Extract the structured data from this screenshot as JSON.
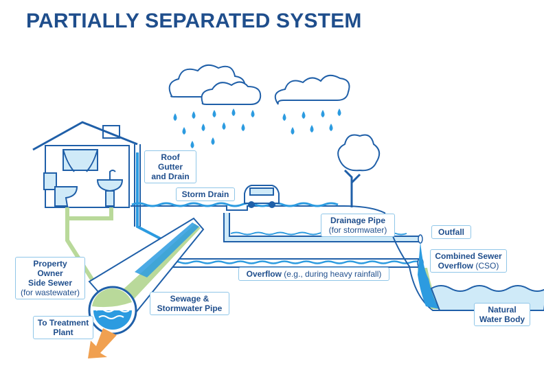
{
  "title": "PARTIALLY SEPARATED SYSTEM",
  "labels": {
    "roof_gutter": {
      "line1": "Roof Gutter",
      "line2": "and Drain"
    },
    "storm_drain": "Storm Drain",
    "drainage_pipe": {
      "line1": "Drainage Pipe",
      "line2": "(for stormwater)"
    },
    "outfall": "Outfall",
    "cso": {
      "line1": "Combined Sewer",
      "line2_bold": "Overflow",
      "line2_rest": " (CSO)"
    },
    "overflow": {
      "bold": "Overflow",
      "rest": " (e.g., during heavy rainfall)"
    },
    "property_sewer": {
      "line1": "Property Owner",
      "line2": "Side Sewer",
      "line3": "(for wastewater)"
    },
    "sewage_pipe": {
      "line1": "Sewage &",
      "line2": "Stormwater Pipe"
    },
    "treatment": {
      "line1": "To Treatment",
      "line2": "Plant"
    },
    "water_body": {
      "line1": "Natural",
      "line2": "Water Body"
    }
  },
  "colors": {
    "title": "#1f4e8c",
    "outline": "#1f5fa8",
    "stormwater": "#2c9be0",
    "light_water": "#cfeaf8",
    "wastewater": "#b9d99a",
    "treatment_arrow": "#f0a050"
  },
  "icons": [
    "cloud-icon",
    "raindrop-icon",
    "house-icon",
    "toilet-icon",
    "sink-icon",
    "car-icon",
    "tree-icon"
  ]
}
